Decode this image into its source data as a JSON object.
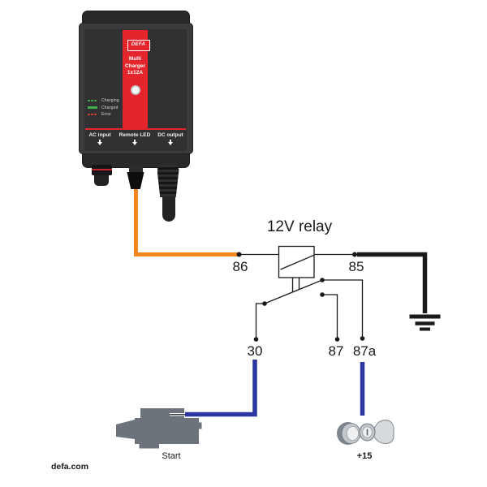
{
  "page": {
    "background": "#ffffff",
    "footer_text": "defa.com"
  },
  "charger": {
    "brand_logo": "DEFA",
    "model_lines": [
      "Multi",
      "Charger",
      "1x12A"
    ],
    "status_leds": [
      {
        "label": "Charging",
        "indicator": "dots",
        "color": "#43b049"
      },
      {
        "label": "Charged",
        "indicator": "bar",
        "color": "#43b049"
      },
      {
        "label": "Error",
        "indicator": "dots",
        "color": "#e8392f"
      }
    ],
    "ports": [
      {
        "label": "AC input"
      },
      {
        "label": "Remote LED"
      },
      {
        "label": "DC output"
      }
    ],
    "accent_red": "#e4252c",
    "body_color": "#3b3b3d"
  },
  "relay": {
    "title": "12V relay",
    "terminal_86": "86",
    "terminal_85": "85",
    "terminal_30": "30",
    "terminal_87": "87",
    "terminal_87a": "87a"
  },
  "loads": {
    "starter_label": "Start",
    "ignition_label": "+15"
  },
  "wire_colors": {
    "remote_orange": "#f6871f",
    "signal_blue": "#2b36a3",
    "ground_black": "#1a1a1a",
    "line_thin": "#1a1a1a"
  },
  "icons": {
    "port_arrow": "down-arrow",
    "ground": "ground-symbol",
    "ignition": "ignition-key",
    "starter": "starter-motor-silhouette"
  }
}
